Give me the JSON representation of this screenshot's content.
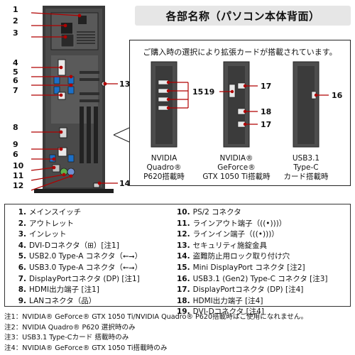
{
  "title": "各部名称（パソコン本体背面）",
  "box_caption": "ご購入時の選択により拡張カードが搭載されています。",
  "callouts_left": [
    "1",
    "2",
    "3",
    "4",
    "5",
    "6",
    "7",
    "8",
    "9",
    "6",
    "10",
    "11",
    "12"
  ],
  "callouts_right": [
    "13",
    "14"
  ],
  "card1": {
    "callouts": [
      "15"
    ],
    "label": [
      "NVIDIA",
      "Quadro®",
      "P620搭載時"
    ]
  },
  "card2": {
    "callouts": [
      "19",
      "17",
      "18",
      "17"
    ],
    "label": [
      "NVIDIA®",
      "GeForce®",
      "GTX 1050 Ti搭載時"
    ]
  },
  "card3": {
    "callouts": [
      "16"
    ],
    "label": [
      "USB3.1",
      "Type-C",
      "カード搭載時"
    ]
  },
  "legend_left": [
    {
      "n": "1.",
      "t": "メインスイッチ"
    },
    {
      "n": "2.",
      "t": "アウトレット"
    },
    {
      "n": "3.",
      "t": "インレット"
    },
    {
      "n": "4.",
      "t": "DVI-Dコネクタ（⊞）[注1]"
    },
    {
      "n": "5.",
      "t": "USB2.0 Type-A コネクタ（⭠⭢）"
    },
    {
      "n": "6.",
      "t": "USB3.0 Type-A コネクタ（⭠⭢）"
    },
    {
      "n": "7.",
      "t": "DisplayPortコネクタ (DP) [注1]"
    },
    {
      "n": "8.",
      "t": "HDMI出力端子 [注1]"
    },
    {
      "n": "9.",
      "t": "LANコネクタ（品）"
    }
  ],
  "legend_right": [
    {
      "n": "10.",
      "t": "PS/2 コネクタ"
    },
    {
      "n": "11.",
      "t": "ラインアウト端子（((•)))）"
    },
    {
      "n": "12.",
      "t": "ラインイン端子（((•)))）"
    },
    {
      "n": "13.",
      "t": "セキュリティ施錠金具"
    },
    {
      "n": "14.",
      "t": "盗難防止用ロック取り付け穴"
    },
    {
      "n": "15.",
      "t": "Mini DisplayPort コネクタ [注2]"
    },
    {
      "n": "16.",
      "t": "USB3.1 (Gen2) Type-C コネクタ [注3]"
    },
    {
      "n": "17.",
      "t": "DisplayPortコネクタ (DP) [注4]"
    },
    {
      "n": "18.",
      "t": "HDMI出力端子 [注4]"
    },
    {
      "n": "19.",
      "t": "DVI-Dコネクタ [注4]"
    }
  ],
  "notes": [
    "注1：NVIDIA® GeForce® GTX 1050 Ti/NVIDIA Quadro® P620搭載時はご使用になれません。",
    "注2：NVIDIA Quadro® P620 選択時のみ",
    "注3：USB3.1 Type-Cカード 搭載時のみ",
    "注4：NVIDIA® GeForce® GTX 1050 Ti搭載時のみ"
  ]
}
